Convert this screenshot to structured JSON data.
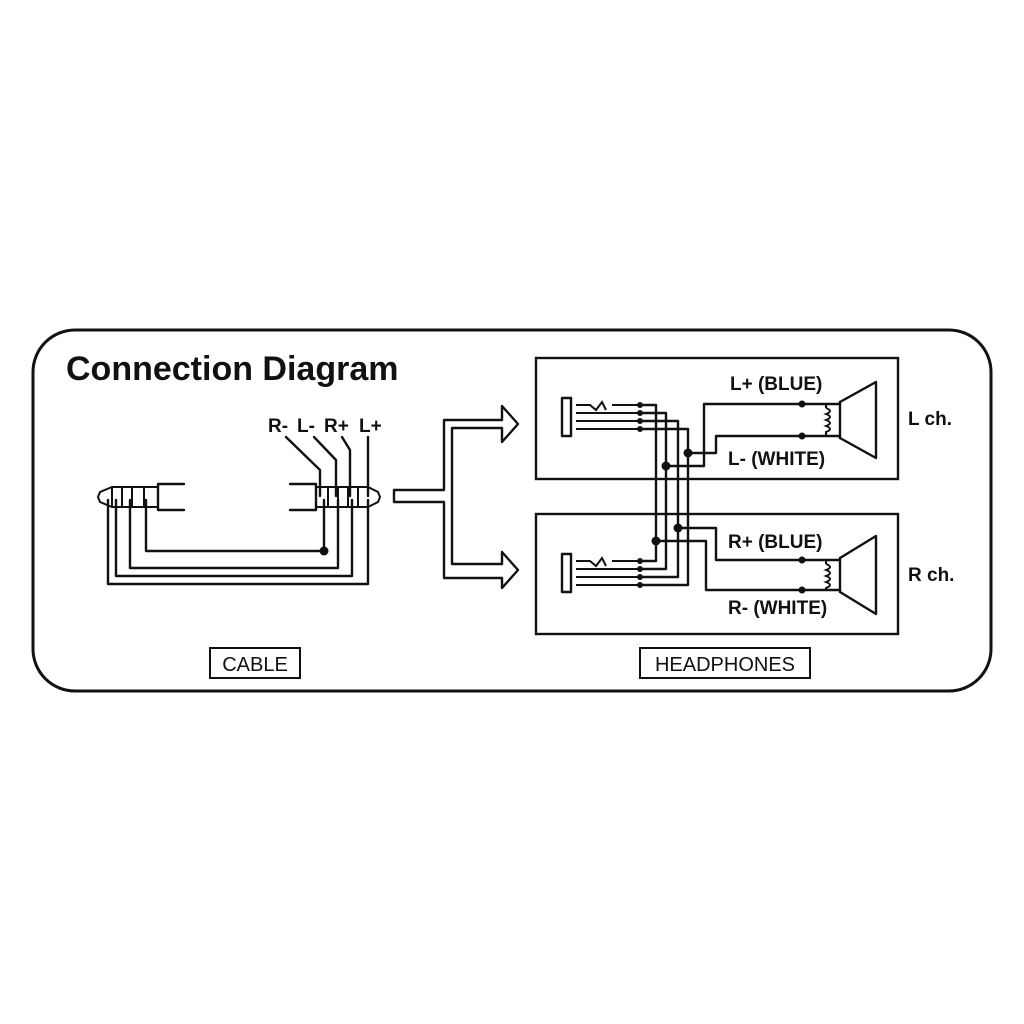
{
  "diagram": {
    "title": "Connection Diagram",
    "cable_pin_labels": [
      "R-",
      "L-",
      "R+",
      "L+"
    ],
    "cable_box_label": "CABLE",
    "headphones_box_label": "HEADPHONES",
    "left_channel": {
      "plus_label": "L+ (BLUE)",
      "minus_label": "L- (WHITE)",
      "channel_label": "L ch."
    },
    "right_channel": {
      "plus_label": "R+ (BLUE)",
      "minus_label": "R- (WHITE)",
      "channel_label": "R ch."
    },
    "colors": {
      "line": "#111111",
      "background": "#ffffff"
    }
  }
}
